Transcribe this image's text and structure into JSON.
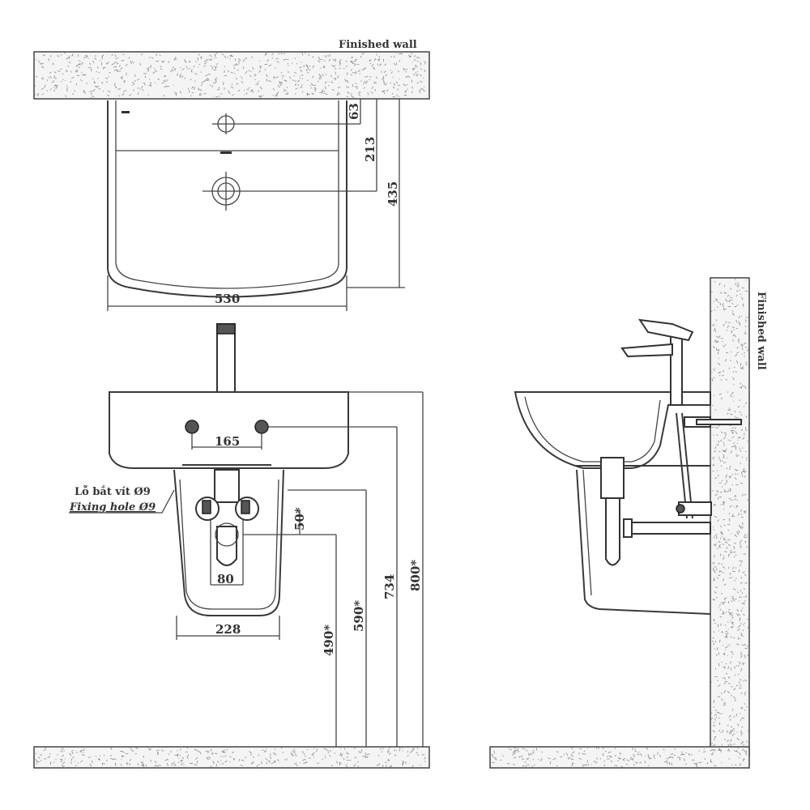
{
  "labels": {
    "finished_wall_top": "Finished wall",
    "finished_wall_side": "Finished wall",
    "fixing_hole_vi": "Lỗ bắt vít Ø9",
    "fixing_hole_en": "Fixing hole Ø9"
  },
  "top_view_dims": {
    "tap_hole_from_wall": "63",
    "drain_from_wall": "213",
    "depth": "435",
    "width": "530"
  },
  "front_view_dims": {
    "fixing_hole_spacing": "165",
    "trap_offset": "50*",
    "trap_width": "80",
    "pedestal_width": "228",
    "trap_height": "490*",
    "fixing_height": "590*",
    "hole_height": "734",
    "rim_height": "800*"
  },
  "colors": {
    "line": "#3a3a3a",
    "wall_fill": "#f4f4f4"
  }
}
